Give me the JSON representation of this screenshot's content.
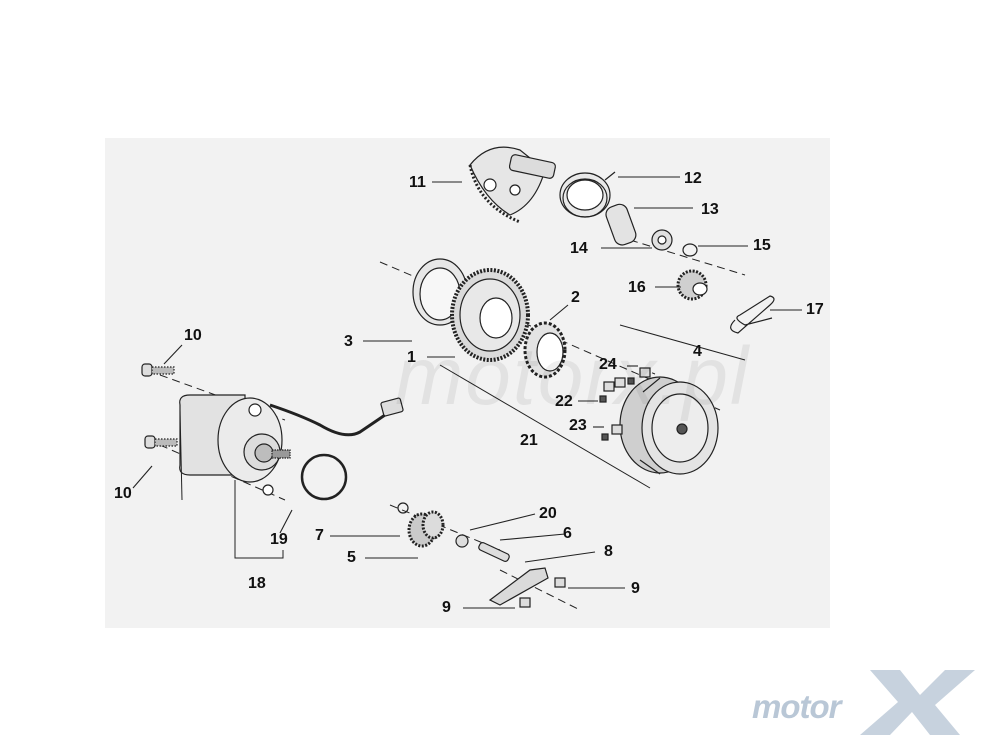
{
  "diagram": {
    "labels": [
      {
        "id": "l1",
        "text": "1"
      },
      {
        "id": "l2",
        "text": "2"
      },
      {
        "id": "l3",
        "text": "3"
      },
      {
        "id": "l4",
        "text": "4"
      },
      {
        "id": "l5",
        "text": "5"
      },
      {
        "id": "l6",
        "text": "6"
      },
      {
        "id": "l7",
        "text": "7"
      },
      {
        "id": "l8",
        "text": "8"
      },
      {
        "id": "l9a",
        "text": "9"
      },
      {
        "id": "l9b",
        "text": "9"
      },
      {
        "id": "l10a",
        "text": "10"
      },
      {
        "id": "l10b",
        "text": "10"
      },
      {
        "id": "l11",
        "text": "11"
      },
      {
        "id": "l12",
        "text": "12"
      },
      {
        "id": "l13",
        "text": "13"
      },
      {
        "id": "l14",
        "text": "14"
      },
      {
        "id": "l15",
        "text": "15"
      },
      {
        "id": "l16",
        "text": "16"
      },
      {
        "id": "l17",
        "text": "17"
      },
      {
        "id": "l18",
        "text": "18"
      },
      {
        "id": "l19",
        "text": "19"
      },
      {
        "id": "l20",
        "text": "20"
      },
      {
        "id": "l21",
        "text": "21"
      },
      {
        "id": "l22",
        "text": "22"
      },
      {
        "id": "l23",
        "text": "23"
      },
      {
        "id": "l24",
        "text": "24"
      }
    ]
  },
  "watermark": {
    "text": "motorx.pl"
  },
  "brand": {
    "text": "motor",
    "logo_icon": "checkered-x-logo-icon",
    "color": "#b9c7d6"
  }
}
